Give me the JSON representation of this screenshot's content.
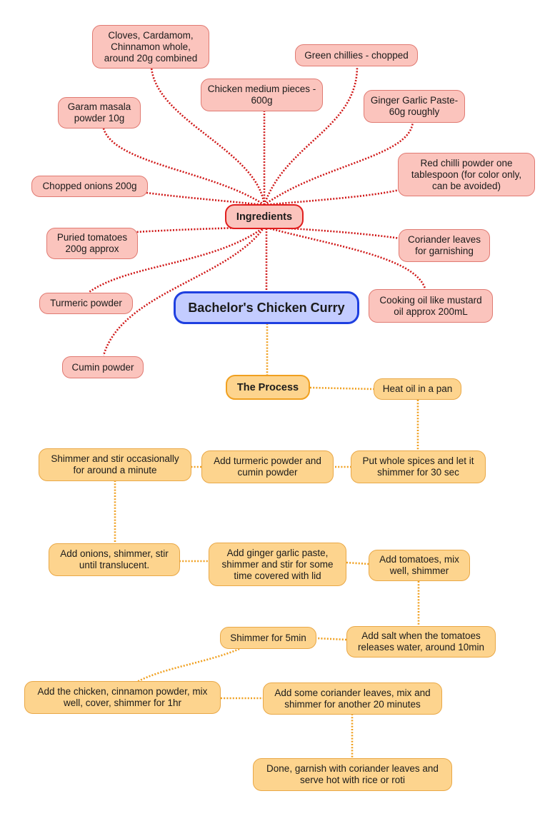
{
  "title": "Bachelor's Chicken Curry",
  "ingredients_hub": "Ingredients",
  "process_hub": "The Process",
  "ingredients": [
    {
      "id": "i1",
      "text": "Cloves, Cardamom, Chinnamon whole, around 20g combined"
    },
    {
      "id": "i2",
      "text": "Green chillies - chopped"
    },
    {
      "id": "i3",
      "text": "Chicken medium pieces - 600g"
    },
    {
      "id": "i4",
      "text": "Ginger Garlic Paste-60g roughly"
    },
    {
      "id": "i5",
      "text": "Garam masala powder 10g"
    },
    {
      "id": "i6",
      "text": "Red chilli powder one tablespoon (for color only, can be avoided)"
    },
    {
      "id": "i7",
      "text": "Chopped onions 200g"
    },
    {
      "id": "i8",
      "text": "Puried tomatoes 200g approx"
    },
    {
      "id": "i9",
      "text": "Coriander leaves for garnishing"
    },
    {
      "id": "i10",
      "text": "Turmeric powder"
    },
    {
      "id": "i11",
      "text": "Cooking oil like mustard oil approx 200mL"
    },
    {
      "id": "i12",
      "text": "Cumin powder"
    }
  ],
  "steps": [
    {
      "id": "s1",
      "text": "Heat oil in a pan"
    },
    {
      "id": "s2",
      "text": "Put whole spices and let it shimmer for 30 sec"
    },
    {
      "id": "s3",
      "text": "Add turmeric powder and cumin powder"
    },
    {
      "id": "s4",
      "text": "Shimmer and stir occasionally for around a minute"
    },
    {
      "id": "s5",
      "text": "Add onions, shimmer, stir until translucent."
    },
    {
      "id": "s6",
      "text": "Add ginger garlic paste, shimmer and stir for some time covered with lid"
    },
    {
      "id": "s7",
      "text": "Add tomatoes, mix well, shimmer"
    },
    {
      "id": "s8",
      "text": "Add salt when the tomatoes releases water, around 10min"
    },
    {
      "id": "s9",
      "text": "Shimmer for 5min"
    },
    {
      "id": "s10",
      "text": "Add the chicken, cinnamon powder, mix well, cover, shimmer for 1hr"
    },
    {
      "id": "s11",
      "text": "Add some coriander leaves, mix and shimmer for another 20 minutes"
    },
    {
      "id": "s12",
      "text": "Done, garnish with coriander leaves and serve hot with rice or roti"
    }
  ],
  "colors": {
    "ingredient_link": "#d01818",
    "process_link": "#f0a020",
    "root_border": "#1e3fe0",
    "root_fill": "#c3ccff",
    "ingredient_fill": "#fbc4bd",
    "process_fill": "#fdd48e"
  }
}
